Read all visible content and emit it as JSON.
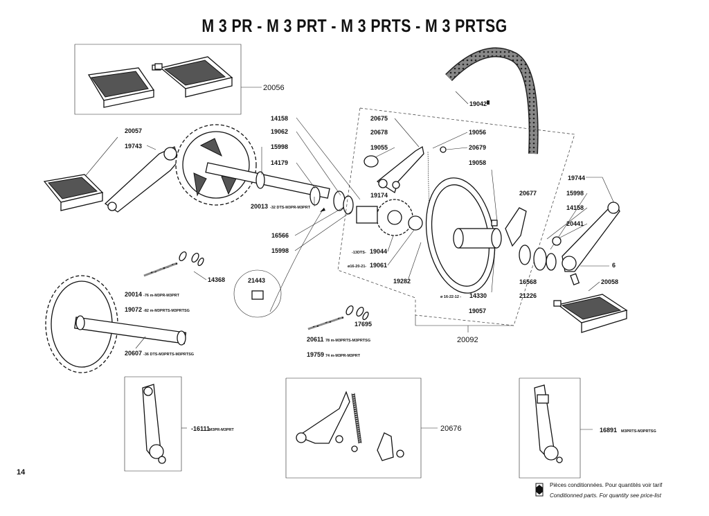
{
  "header": {
    "title": "M 3 PR  -  M 3 PRT  -  M 3 PRTS  -  M 3 PRTSG"
  },
  "page_number": "14",
  "labels": {
    "l20056": "20056",
    "l19042": "19042",
    "l20057": "20057",
    "l19743": "19743",
    "l14158a": "14158",
    "l19062": "19062",
    "l15998a": "15998",
    "l14179": "14179",
    "l20013": "20013",
    "l20013n": "-32 DTS-M3PR-M3PRT",
    "l16566": "16566",
    "l15998b": "15998",
    "l20675": "20675",
    "l20678": "20678",
    "l19055": "19055",
    "l19174": "19174",
    "l19044": "19044",
    "l19044n": "-13DTS-",
    "l19061": "19061",
    "l19061n": "ø16-20-21-",
    "l19282": "19282",
    "l19056": "19056",
    "l20679": "20679",
    "l19058": "19058",
    "l14330": "14330",
    "l14330n": "ø 16-22-12 -",
    "l19057": "19057",
    "l20092": "20092",
    "l19744": "19744",
    "l20677": "20677",
    "l15998c": "15998",
    "l14158b": "14158",
    "l20441": "20441",
    "l6": "6",
    "l16568": "16568",
    "l21226": "21226",
    "l20058": "20058",
    "l14368": "14368",
    "l21443": "21443",
    "l20014": "20014",
    "l20014n": "-76 m-M3PR-M3PRT",
    "l19072": "19072",
    "l19072n": "-82 m-M3PRTS-M3PRTSG",
    "l20607": "20607",
    "l20607n": "-36 DTS-M3PRTS-M3PRTSG",
    "l17695": "17695",
    "l20611": "20611",
    "l20611n": "78 m-M3PRTS-M3PRTSG",
    "l19759": "19759",
    "l19759n": "74 m-M3PR-M3PRT",
    "l16111": "-16111",
    "l16111n": "M3PR-M3PRT",
    "l20676": "20676",
    "l16891": "16891",
    "l16891n": "M3PRTS-M3PRTSG"
  },
  "legend": {
    "fr": "Pièces conditionnées. Pour quantités voir tarif",
    "en": "Conditionned parts. For quantity see price-list"
  }
}
